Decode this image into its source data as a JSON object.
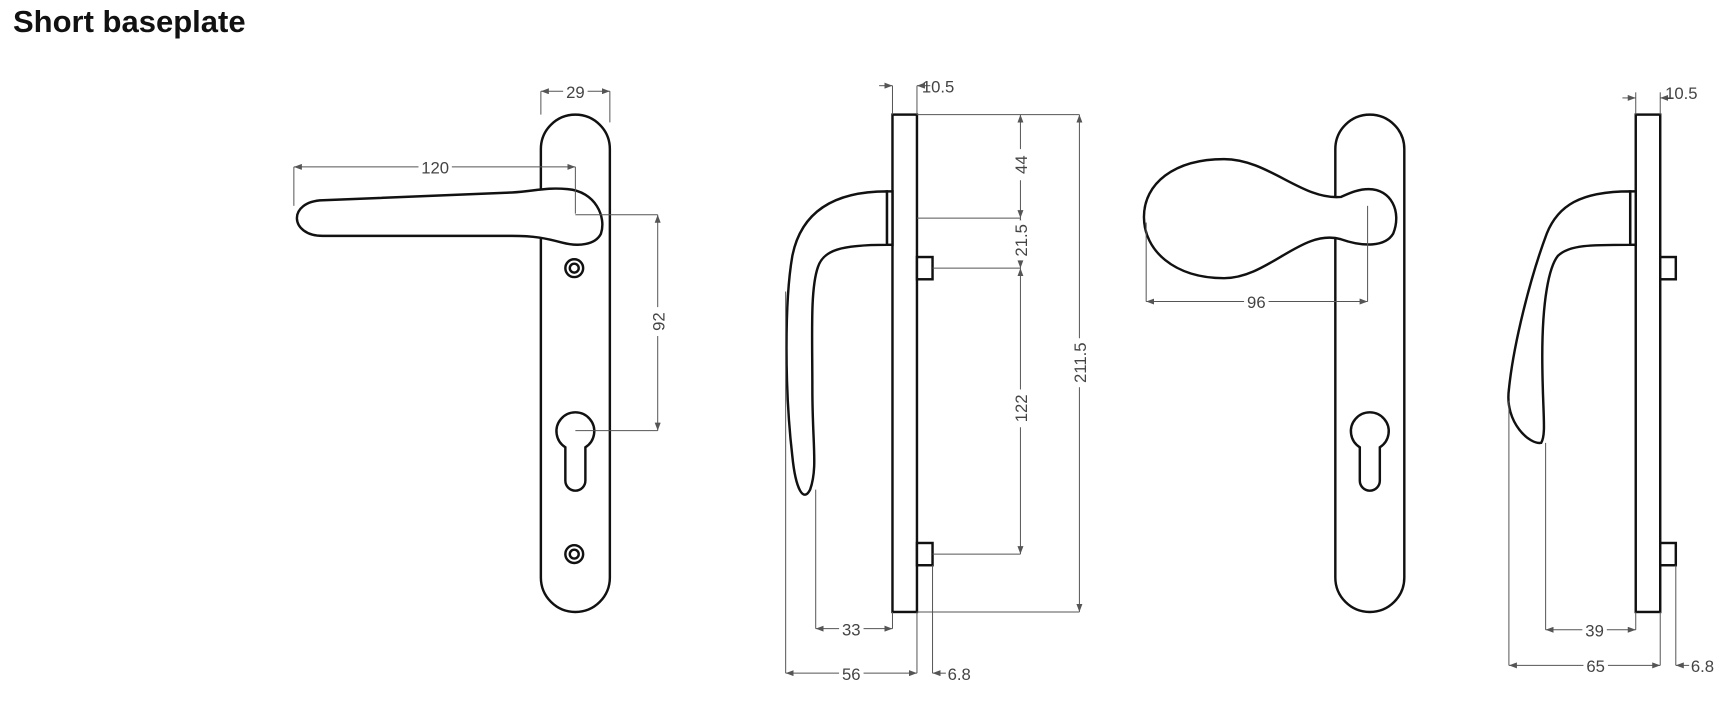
{
  "title": "Short baseplate",
  "front_lever": {
    "plate_width": "29",
    "lever_length": "120",
    "centres": "92"
  },
  "side_lever": {
    "plate_depth": "10.5",
    "top_to_spindle": "44",
    "spindle_to_fixing": "21.5",
    "fixing_centres": "122",
    "overall_height": "211.5",
    "lever_clearance": "33",
    "lever_projection": "56",
    "pad_depth": "6.8"
  },
  "front_knob": {
    "knob_length": "96"
  },
  "side_lever_2": {
    "plate_depth": "10.5",
    "lever_clearance": "39",
    "lever_projection": "65",
    "pad_depth": "6.8"
  }
}
